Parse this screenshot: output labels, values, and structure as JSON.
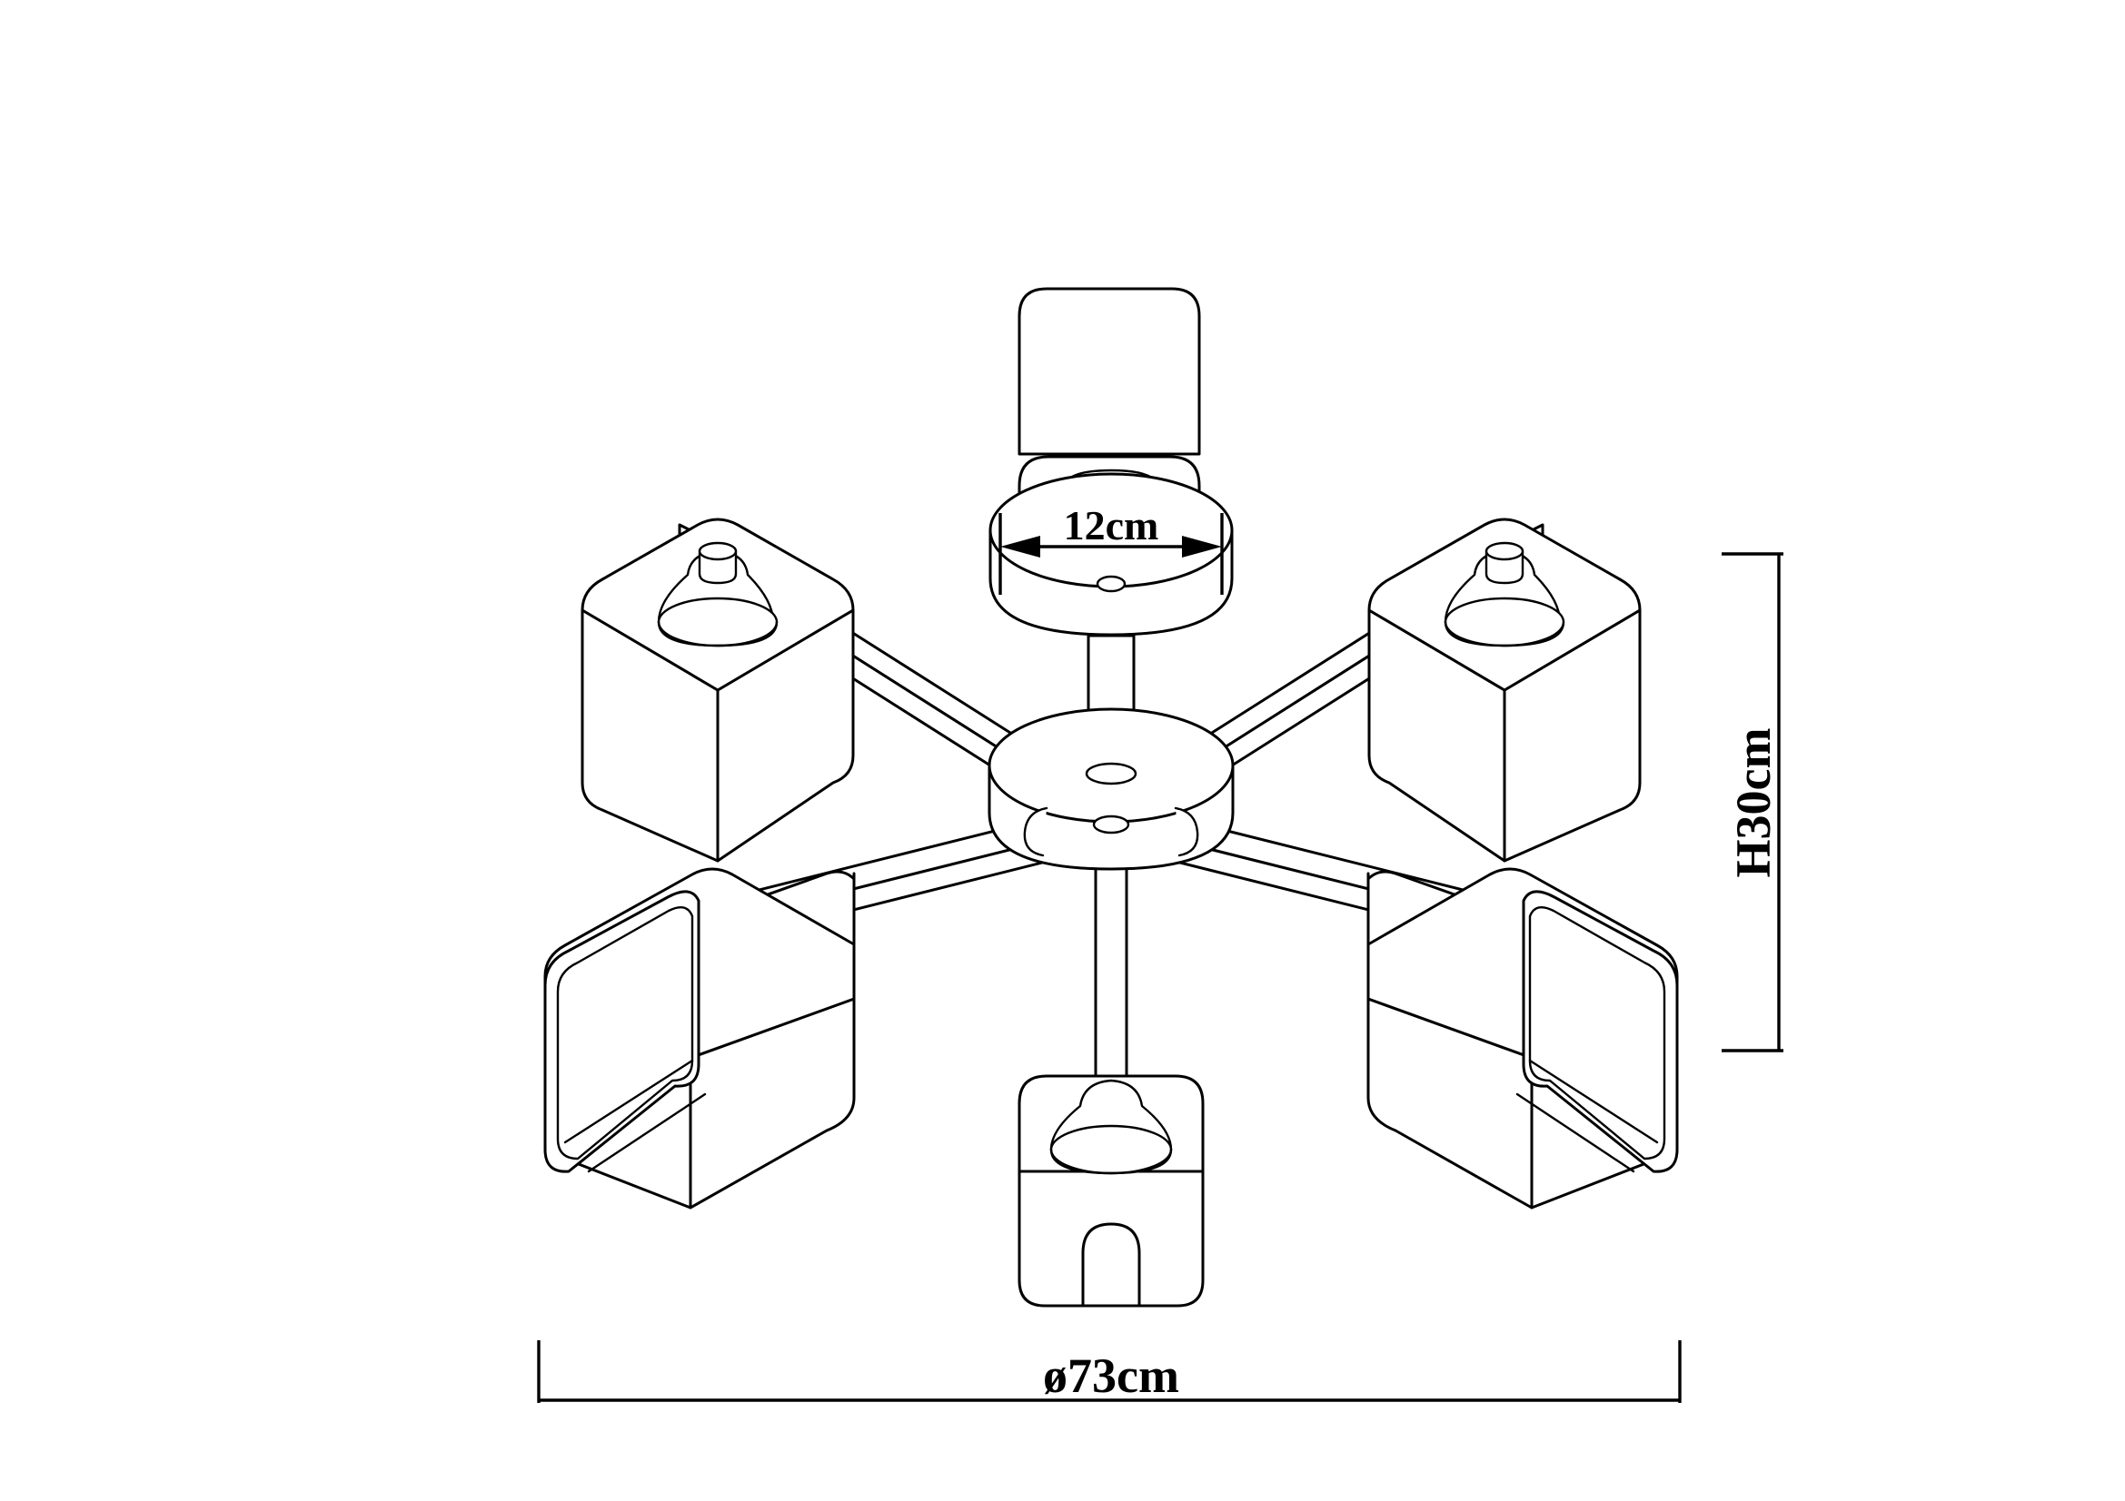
{
  "drawing": {
    "type": "technical-line-drawing",
    "subject": "5-light ceiling lamp / flush mount chandelier with cube shades",
    "background_color": "#ffffff",
    "line_color": "#000000",
    "projection": "isometric"
  },
  "dimensions": {
    "canopy_diameter": {
      "label": "12cm",
      "value": 12,
      "unit": "cm",
      "kind": "diameter",
      "describes": "ceiling canopy plate diameter"
    },
    "overall_height": {
      "label": "H30cm",
      "value": 30,
      "unit": "cm",
      "kind": "height",
      "describes": "overall fixture height"
    },
    "overall_diameter": {
      "label": "ø73cm",
      "value": 73,
      "unit": "cm",
      "kind": "diameter",
      "describes": "overall fixture spread / diameter"
    }
  },
  "parts": {
    "canopy": "ceiling-canopy-plate",
    "stem": "center-stem-rod",
    "hub": "center-hub-disc",
    "arms": [
      "arm-upper-left",
      "arm-upper-right",
      "arm-lower-left",
      "arm-lower-right",
      "arm-front-down"
    ],
    "shades": [
      "shade-upper-left",
      "shade-upper-right",
      "shade-lower-left",
      "shade-lower-right",
      "shade-front-bottom"
    ],
    "lamp_holders": [
      "holder-upper-left",
      "holder-upper-right",
      "holder-front-bottom"
    ],
    "shade_count": 5
  }
}
